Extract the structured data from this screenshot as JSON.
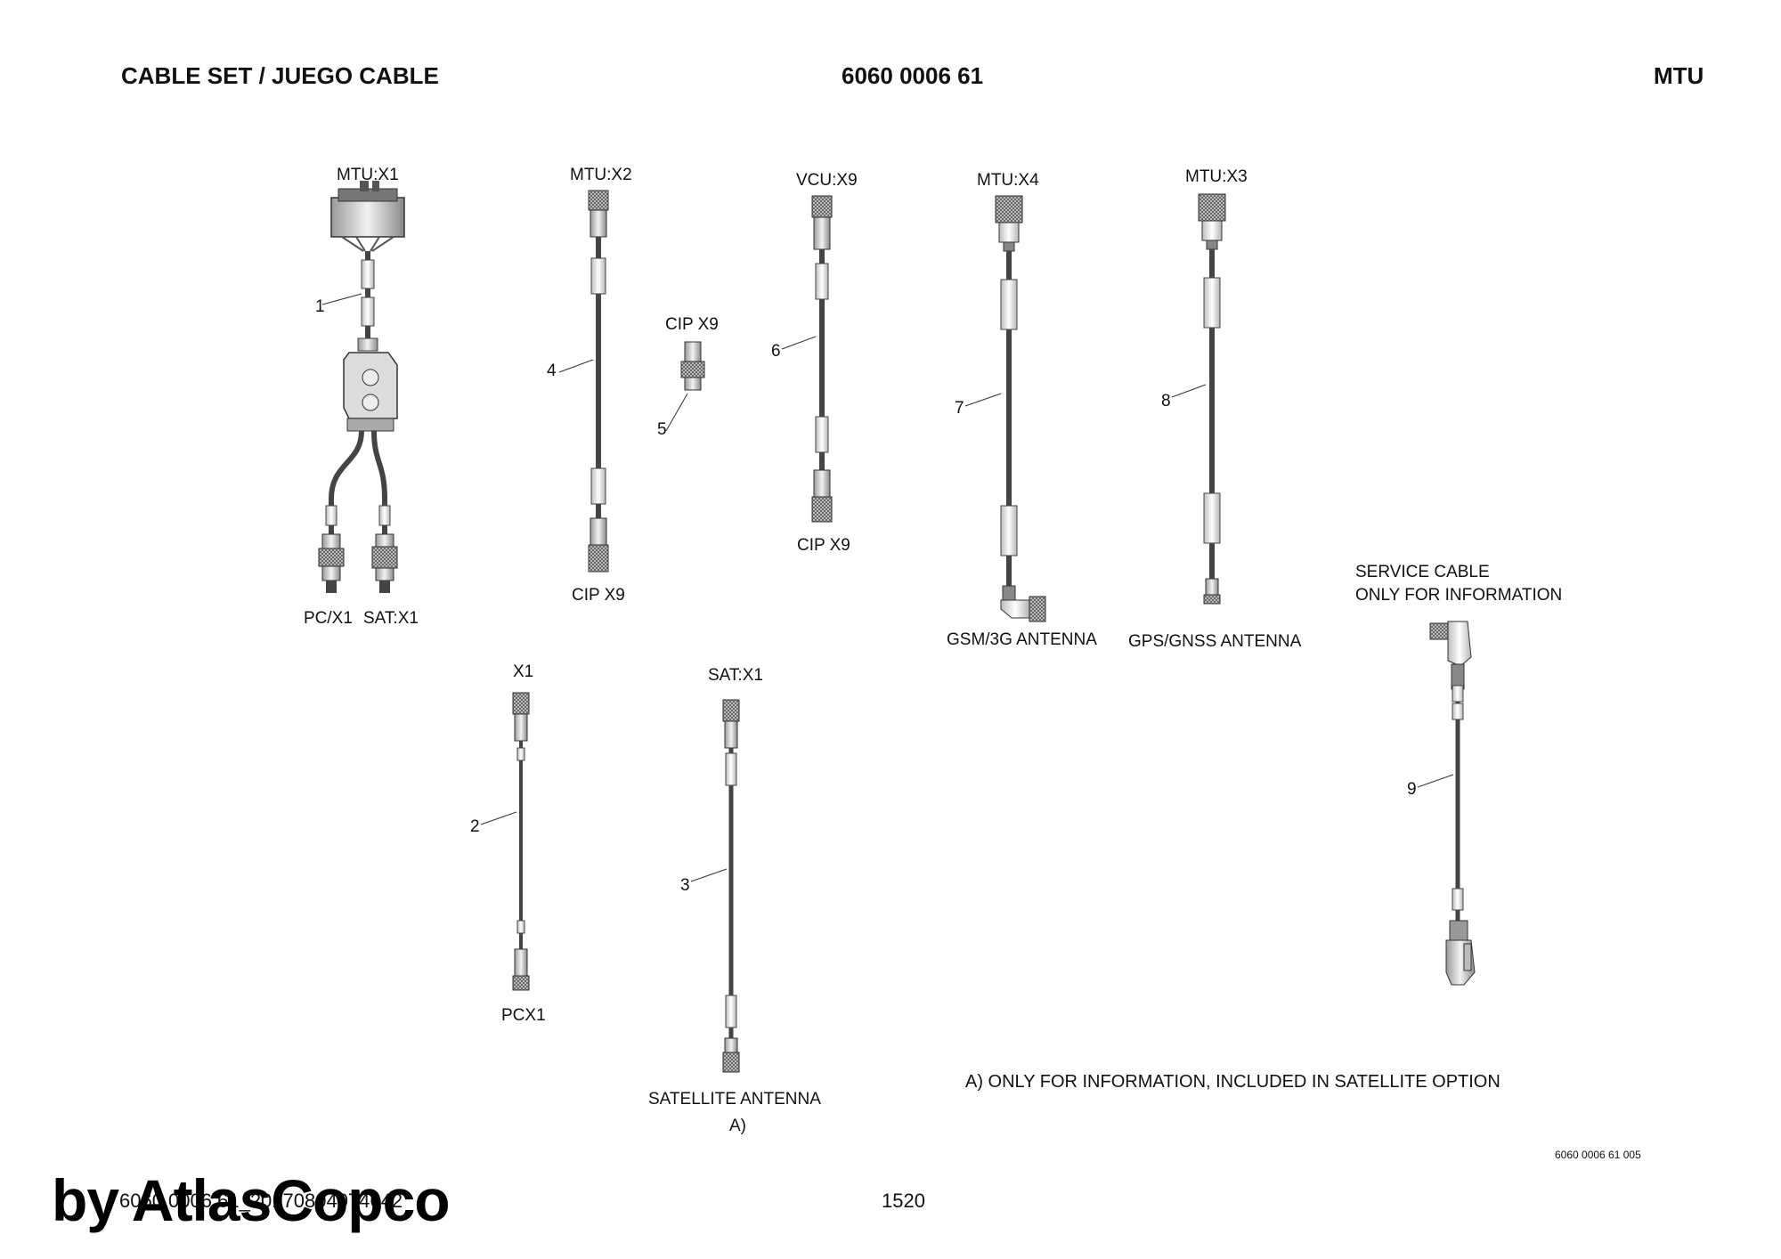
{
  "header": {
    "title": "CABLE SET / JUEGO CABLE",
    "part_number": "6060 0006 61",
    "section": "MTU"
  },
  "cables": [
    {
      "number": "1",
      "connectors": [
        "MTU:X1",
        "PC/X1",
        "SAT:X1"
      ]
    },
    {
      "number": "2",
      "connectors": [
        "X1",
        "PCX1"
      ]
    },
    {
      "number": "3",
      "connectors": [
        "SAT:X1",
        "SATELLITE ANTENNA",
        "A)"
      ]
    },
    {
      "number": "4",
      "connectors": [
        "MTU:X2",
        "CIP X9"
      ]
    },
    {
      "number": "5",
      "connectors": [
        "CIP X9"
      ]
    },
    {
      "number": "6",
      "connectors": [
        "VCU:X9",
        "CIP X9"
      ]
    },
    {
      "number": "7",
      "connectors": [
        "MTU:X4",
        "GSM/3G ANTENNA"
      ]
    },
    {
      "number": "8",
      "connectors": [
        "MTU:X3",
        "GPS/GNSS ANTENNA"
      ]
    },
    {
      "number": "9",
      "connectors": [
        "SERVICE CABLE",
        "ONLY FOR INFORMATION"
      ]
    }
  ],
  "note": "A) ONLY FOR INFORMATION, INCLUDED IN SATELLITE OPTION",
  "drawing_id": "6060 0006 61 005",
  "footer": {
    "doc_ref": "6060 0006 61_20170804074642",
    "page": "1520"
  },
  "watermark": "by AtlasCopco"
}
